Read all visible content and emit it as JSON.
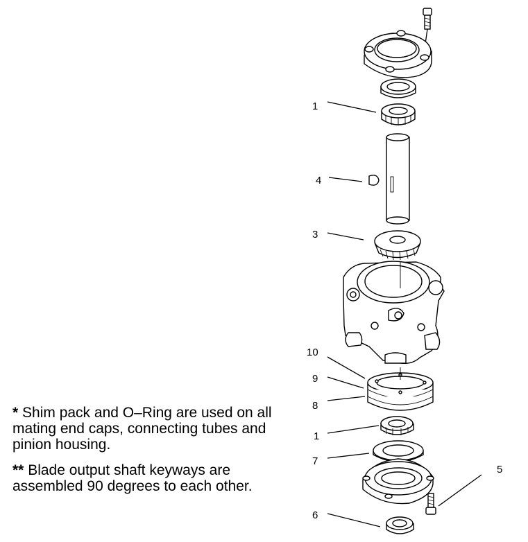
{
  "callouts": {
    "c1_top": "1",
    "c4": "4",
    "c3": "3",
    "c10": "10",
    "c9": "9",
    "c8": "8",
    "c1_bottom": "1",
    "c7": "7",
    "c5": "5",
    "c6": "6"
  },
  "notes": [
    {
      "mark": "*",
      "text": " Shim pack and O–Ring are used on all mating end caps, connecting tubes and pinion housing."
    },
    {
      "mark": "**",
      "text": " Blade output shaft keyways are assembled 90 degrees to each other."
    }
  ]
}
